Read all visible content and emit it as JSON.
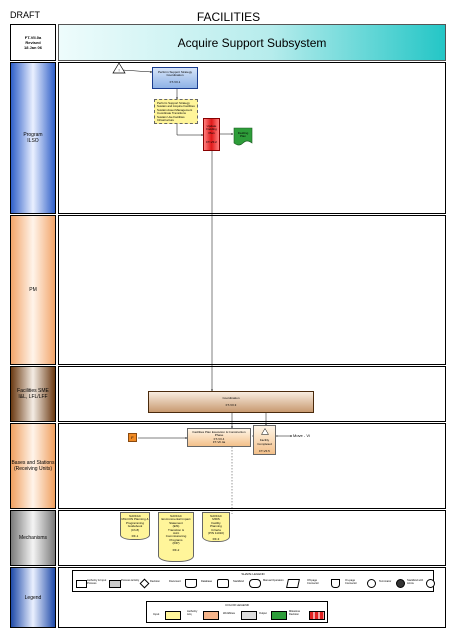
{
  "header": {
    "draft": "DRAFT",
    "title": "FACILITIES",
    "revision_lines": [
      "FT-VII.0a",
      "Revised",
      "18 Jan 06"
    ],
    "banner": "Acquire Support Subsystem"
  },
  "lanes": [
    {
      "label": "Program\nILSO"
    },
    {
      "label": "PM"
    },
    {
      "label": "Facilities SME\nI&L, LFL/LFF"
    },
    {
      "label": "Bases and Stations\n(Receiving Units)"
    },
    {
      "label": "Mechanisms"
    },
    {
      "label": "Legend"
    }
  ],
  "nodes": {
    "program_process": {
      "title": "Perform Support Strategy Coordination",
      "code": "FT-VII.1"
    },
    "program_note": {
      "lines": [
        "Perform Support Strategy",
        "Sustain and Acquire Facilities",
        "Sustain Asset Management",
        "Coordinate Transitions",
        "Sustain Use Facilities",
        "Infrastructure"
      ]
    },
    "red_box": {
      "lines": [
        "Update",
        "Fielding",
        "Plan"
      ],
      "code": "FT-VII.2"
    },
    "green_doc": {
      "lines": [
        "Fielding",
        "Plan"
      ]
    },
    "facilities_bar": {
      "title": "Coordination",
      "code": "FT-VII.3"
    },
    "bases_process": {
      "lines": [
        "Facilities Plan Execution & Construction",
        "Phase"
      ],
      "code": "FT-VII.4"
    },
    "bases_code_2": "FT-VII.4a",
    "milestone_shape": {
      "label": "Facility Completed",
      "code": "FT-VII.5"
    },
    "move_label": "Move - Vi"
  },
  "mechanisms": [
    {
      "lines": [
        "NAVFAC",
        "MILCON Planning &",
        "Programming Guidebook",
        "(Ch.8)"
      ],
      "code": "RF-1"
    },
    {
      "lines": [
        "NAVFAC",
        "Environmental Impact",
        "Statement",
        "(EIS)",
        "Transition &",
        "Joint",
        "Commissioning",
        "Programs",
        "(IDP)"
      ],
      "code": "RF-2"
    },
    {
      "lines": [
        "NAVFAC",
        "MIDS",
        "Facility",
        "Planning",
        "Criteria",
        "(PIN 11010)"
      ],
      "code": "RF-3"
    }
  ],
  "legend": {
    "shape_title": "SHAPE LEGEND",
    "shapes": [
      "Authority & Input Process",
      "Process Activity",
      "Decision",
      "Document",
      "Database",
      "Start/End",
      "Manual Operation",
      "Off-page Connector",
      "On-page Connector",
      "Terminator",
      "Start/End with Arrow"
    ],
    "color_title": "COLOR LEGEND",
    "colors": [
      {
        "label": "Input",
        "color": "#fff59a"
      },
      {
        "label": "Authority Acq",
        "color": "#f5b48a"
      },
      {
        "label": "Workflows",
        "color": "#dddddd"
      },
      {
        "label": "Output",
        "color": "#2e9d3a"
      },
      {
        "label": "Milestone Decision",
        "color": "#e02020"
      }
    ]
  },
  "colors": {
    "banner_start": "#d9f5f5",
    "banner_end": "#2ecccc",
    "lane_blue_edge": "#3366cc",
    "lane_orange_edge": "#f0a060",
    "lane_brown_edge": "#6b3a12",
    "process_blue": "#a9c6ee",
    "note_yellow": "#fff59a",
    "red": "#e02020",
    "green": "#2e9d3a",
    "orange": "#f08a24"
  }
}
